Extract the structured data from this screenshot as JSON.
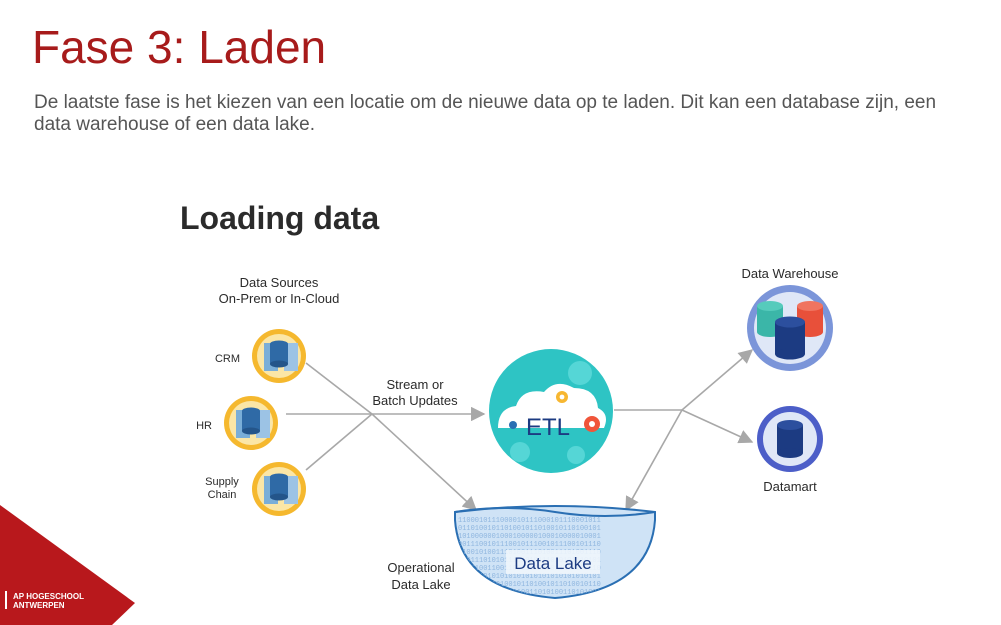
{
  "slide": {
    "title": "Fase 3: Laden",
    "body": "De laatste fase is het kiezen van een locatie om de nieuwe data op te laden. Dit kan een database zijn, een data warehouse of een data lake."
  },
  "diagram": {
    "heading": "Loading data",
    "sources_title_line1": "Data Sources",
    "sources_title_line2": "On-Prem or In-Cloud",
    "sources": [
      {
        "label_line1": "CRM",
        "label_line2": ""
      },
      {
        "label_line1": "HR",
        "label_line2": ""
      },
      {
        "label_line1": "Supply",
        "label_line2": "Chain"
      }
    ],
    "flow_label_line1": "Stream or",
    "flow_label_line2": "Batch Updates",
    "etl_label": "ETL",
    "warehouse_label": "Data Warehouse",
    "datamart_label": "Datamart",
    "lake_label": "Data Lake",
    "operational_label_line1": "Operational",
    "operational_label_line2": "Data Lake"
  },
  "colors": {
    "accent": "#a71b1b",
    "source_circle": "#f5b82e",
    "etl_circle": "#2ec4c4",
    "warehouse_circle": "#7b95d9",
    "datamart_circle": "#4c5ec8",
    "database": "#1c3b82",
    "arrow": "#a8a8a8"
  },
  "logo": {
    "line1": "AP HOGESCHOOL",
    "line2": "ANTWERPEN"
  }
}
